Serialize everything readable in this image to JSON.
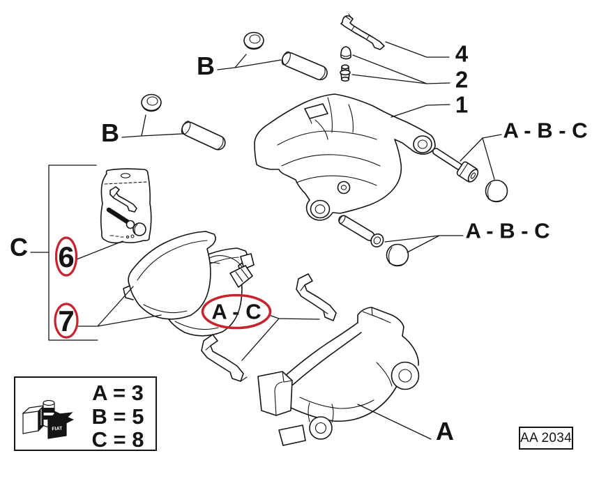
{
  "callouts": {
    "b_upper": {
      "label": "B"
    },
    "b_lower": {
      "label": "B"
    },
    "part_4": {
      "label": "4"
    },
    "part_2": {
      "label": "2"
    },
    "part_1": {
      "label": "1"
    },
    "abc_upper": {
      "label": "A - B - C"
    },
    "abc_lower": {
      "label": "A - B - C"
    },
    "group_c": {
      "label": "C"
    },
    "kit_6": {
      "label": "6"
    },
    "kit_7": {
      "label": "7"
    },
    "ac_oval": {
      "label": "A - C"
    },
    "part_a": {
      "label": "A"
    }
  },
  "legend": {
    "rows": [
      {
        "text": "A = 3"
      },
      {
        "text": "B = 5"
      },
      {
        "text": "C = 8"
      }
    ],
    "icon": "parts-package-icon",
    "brand_text": "FIAT"
  },
  "footer": {
    "drawing_ref": "AA 2034"
  },
  "colors": {
    "highlight_red": "#c8232c",
    "ink": "#141414",
    "background": "#ffffff"
  }
}
